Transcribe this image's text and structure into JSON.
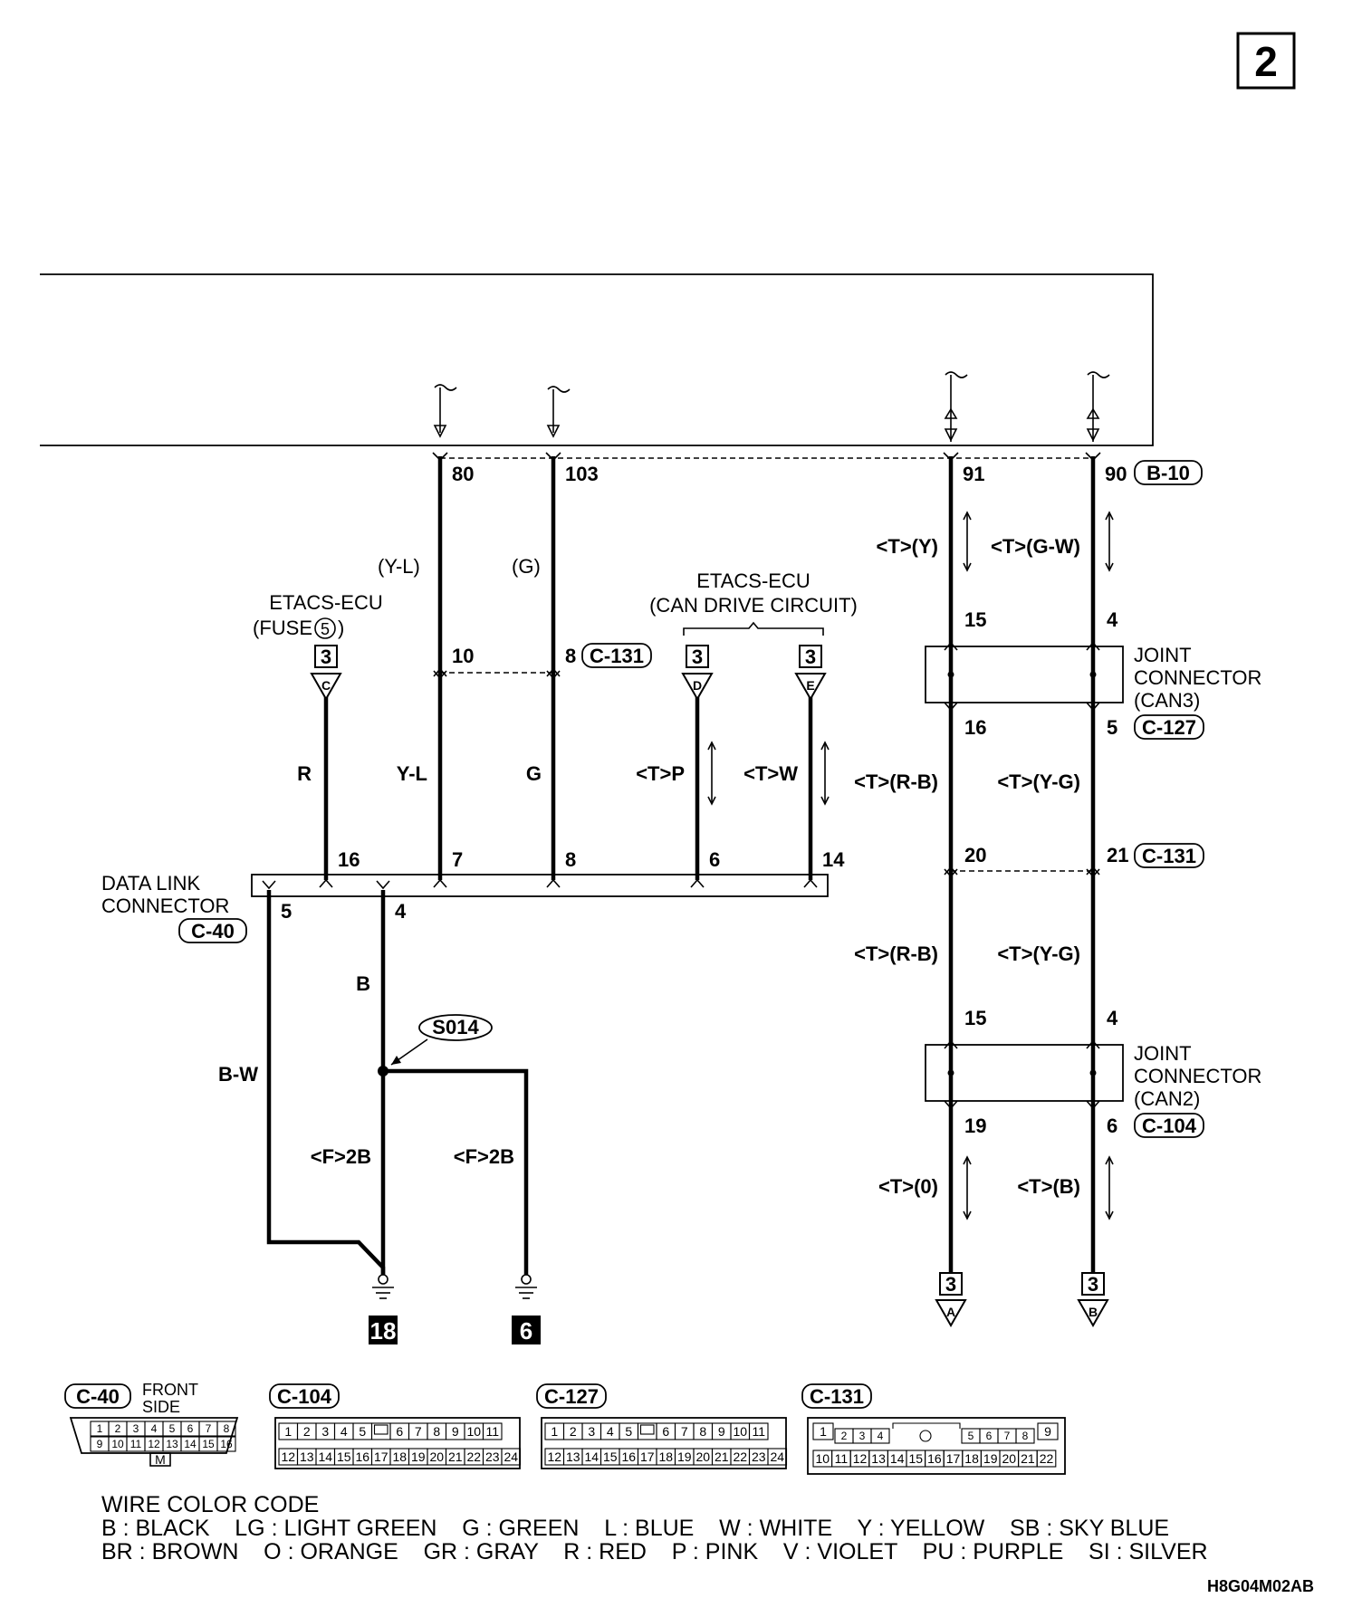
{
  "page_number": "2",
  "diagram_code": "H8G04M02AB",
  "etacs_fuse": {
    "line1": "ETACS-ECU",
    "line2a": "(FUSE",
    "fuse_no": "5",
    "line2b": ")",
    "ref": "3",
    "letter": "C"
  },
  "etacs_can": {
    "line1": "ETACS-ECU",
    "line2": "(CAN DRIVE CIRCUIT)"
  },
  "refs": {
    "D": {
      "num": "3",
      "letter": "D"
    },
    "E": {
      "num": "3",
      "letter": "E"
    },
    "A": {
      "num": "3",
      "letter": "A"
    },
    "B": {
      "num": "3",
      "letter": "B"
    }
  },
  "ecu_pins": {
    "p80": "80",
    "p103": "103",
    "p91": "91",
    "p90": "90",
    "connector": "B-10"
  },
  "wire_labels": {
    "yl_top": "(Y-L)",
    "g_top": "(G)",
    "r": "R",
    "yl": "Y-L",
    "g": "G",
    "tp": "<T>P",
    "tw": "<T>W",
    "ty": "<T>(Y)",
    "tgw": "<T>(G-W)",
    "trb1": "<T>(R-B)",
    "tyg1": "<T>(Y-G)",
    "trb2": "<T>(R-B)",
    "tyg2": "<T>(Y-G)",
    "to": "<T>(0)",
    "tb": "<T>(B)",
    "b": "B",
    "bw": "B-W",
    "f2b1": "<F>2B",
    "f2b2": "<F>2B"
  },
  "c131_pins": {
    "p10": "10",
    "p8": "8",
    "connector": "C-131"
  },
  "dlc": {
    "line1": "DATA LINK",
    "line2": "CONNECTOR",
    "connector": "C-40",
    "pins": {
      "p16": "16",
      "p7": "7",
      "p8": "8",
      "p6": "6",
      "p14": "14",
      "p5": "5",
      "p4": "4"
    }
  },
  "joint_can3": {
    "line1": "JOINT",
    "line2": "CONNECTOR",
    "line3": "(CAN3)",
    "connector": "C-127",
    "pins": {
      "p15": "15",
      "p4": "4",
      "p16": "16",
      "p5": "5"
    }
  },
  "mid_c131": {
    "p20": "20",
    "p21": "21",
    "connector": "C-131"
  },
  "joint_can2": {
    "line1": "JOINT",
    "line2": "CONNECTOR",
    "line3": "(CAN2)",
    "connector": "C-104",
    "pins": {
      "p15": "15",
      "p4": "4",
      "p19": "19",
      "p6": "6"
    }
  },
  "splice": "S014",
  "grounds": {
    "g1": "18",
    "g2": "6"
  },
  "views": {
    "c40": {
      "label": "C-40",
      "front": "FRONT",
      "side": "SIDE",
      "mark": "M",
      "row1": [
        "1",
        "2",
        "3",
        "4",
        "5",
        "6",
        "7",
        "8"
      ],
      "row2": [
        "9",
        "10",
        "11",
        "12",
        "13",
        "14",
        "15",
        "16"
      ]
    },
    "c104": {
      "label": "C-104",
      "row1": [
        "1",
        "2",
        "3",
        "4",
        "5",
        "",
        "6",
        "7",
        "8",
        "9",
        "10",
        "11"
      ],
      "row2": [
        "12",
        "13",
        "14",
        "15",
        "16",
        "17",
        "18",
        "19",
        "20",
        "21",
        "22",
        "23",
        "24"
      ]
    },
    "c127": {
      "label": "C-127",
      "row1": [
        "1",
        "2",
        "3",
        "4",
        "5",
        "",
        "6",
        "7",
        "8",
        "9",
        "10",
        "11"
      ],
      "row2": [
        "12",
        "13",
        "14",
        "15",
        "16",
        "17",
        "18",
        "19",
        "20",
        "21",
        "22",
        "23",
        "24"
      ]
    },
    "c131": {
      "label": "C-131",
      "row1": [
        "1",
        "2",
        "3",
        "4",
        "5",
        "6",
        "7",
        "8",
        "9"
      ],
      "row2": [
        "10",
        "11",
        "12",
        "13",
        "14",
        "15",
        "16",
        "17",
        "18",
        "19",
        "20",
        "21",
        "22"
      ]
    }
  },
  "wire_color_code": {
    "title": "WIRE COLOR CODE",
    "line1": "B : BLACK    LG : LIGHT GREEN    G : GREEN    L : BLUE    W : WHITE    Y : YELLOW    SB : SKY BLUE",
    "line2": "BR : BROWN    O : ORANGE    GR : GRAY    R : RED    P : PINK    V : VIOLET    PU : PURPLE    SI : SILVER"
  }
}
